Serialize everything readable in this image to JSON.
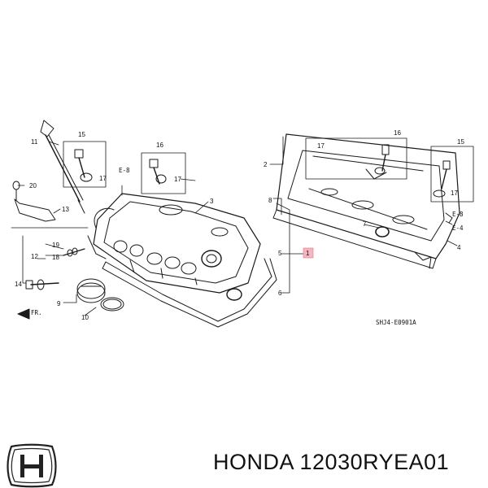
{
  "diagram": {
    "callouts": {
      "c1": "1",
      "c2": "2",
      "c3": "3",
      "c4": "4",
      "c5": "5",
      "c6": "6",
      "c7": "7",
      "c8": "8",
      "c9": "9",
      "c10": "10",
      "c11": "11",
      "c12": "12",
      "c13": "13",
      "c14": "14",
      "c15a": "15",
      "c15b": "15",
      "c16a": "16",
      "c16b": "16",
      "c17a": "17",
      "c17b": "17",
      "c17c": "17",
      "c17d": "17",
      "c18": "18",
      "c19": "19",
      "c20": "20"
    },
    "ref_e8": "E-8",
    "ref_e8b": "E-8",
    "ref_e4": "E-4",
    "front_label": "FR.",
    "figure_code": "SHJ4-E0901A",
    "highlight_color": "#f4b6c2"
  },
  "footer": {
    "brand": "HONDA",
    "part_number": "12030RYEA01",
    "caption": "HONDA 12030RYEA01"
  }
}
